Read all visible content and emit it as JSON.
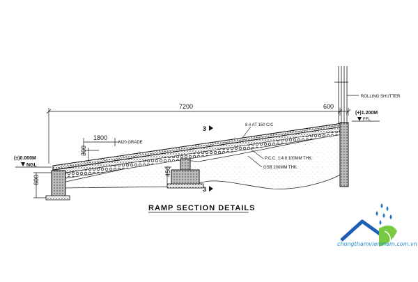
{
  "drawing": {
    "title": "RAMP SECTION DETAILS",
    "dimensions": {
      "length_main": "7200",
      "length_end": "600",
      "slab_width": "1800",
      "thickness_top": "300",
      "base_height": "600",
      "mid_height": "450"
    },
    "levels": {
      "top": "(+)1.200M",
      "top_tag": "FFL",
      "bottom": "(±)0.000M",
      "bottom_tag": "NGL"
    },
    "annotations": {
      "rolling_shutter": "ROLLING SHUTTER",
      "grade": "M20 GRADE",
      "rebar": "8 # AT 150 C/C",
      "pcc": "P.C.C. 1:4:8 100MM THK.",
      "gsb": "GSB 200MM THK.",
      "section_mark_1": "3",
      "section_mark_2": "3"
    }
  },
  "watermark": {
    "text": "chongthamviemnam.com.vn"
  }
}
